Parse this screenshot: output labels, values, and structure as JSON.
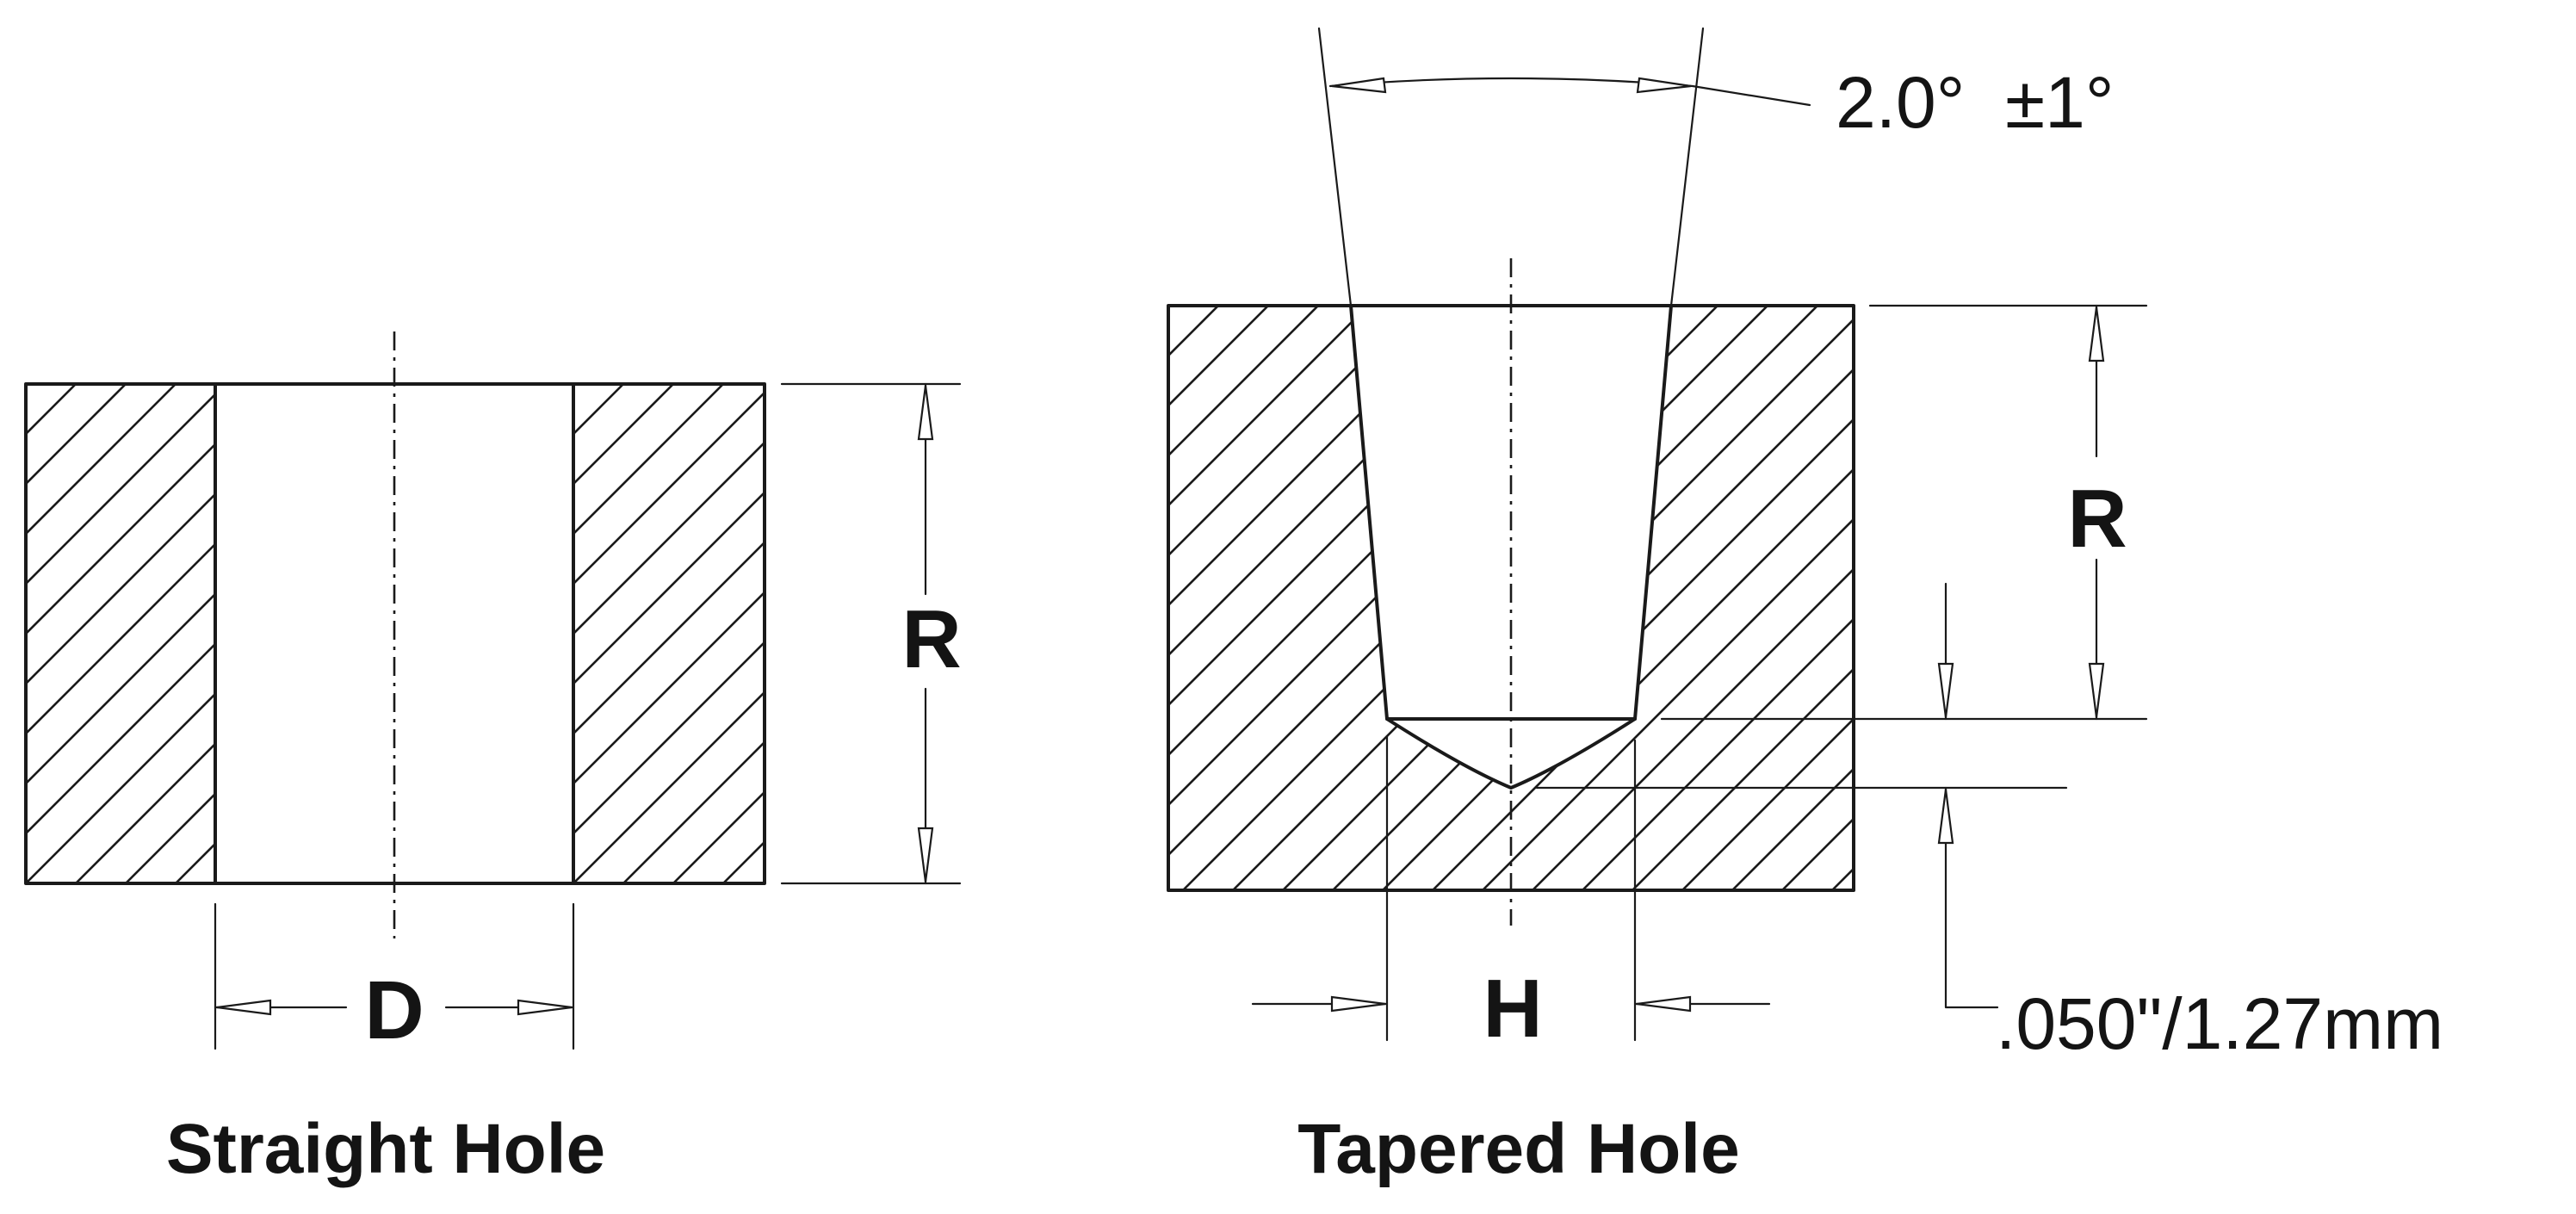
{
  "straight_hole": {
    "caption": "Straight Hole",
    "label_depth": "R",
    "label_diameter": "D"
  },
  "tapered_hole": {
    "caption": "Tapered Hole",
    "label_depth": "R",
    "label_diameter": "H",
    "taper_angle": "2.0°  ±1°",
    "tip_offset": ".050\"/1.27mm"
  }
}
